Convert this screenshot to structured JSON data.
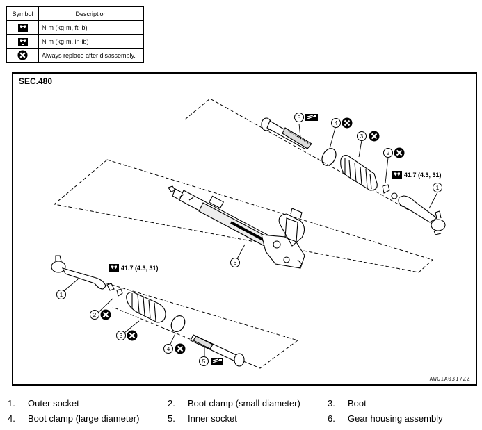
{
  "legend": {
    "header_symbol": "Symbol",
    "header_description": "Description",
    "rows": [
      {
        "icon": "torque-wrench-icon",
        "description": "N·m (kg-m, ft-lb)"
      },
      {
        "icon": "torque-wrench-small-icon",
        "description": "N·m (kg-m, in-lb)"
      },
      {
        "icon": "always-replace-icon",
        "description": "Always replace after disassembly."
      }
    ]
  },
  "diagram": {
    "section": "SEC.480",
    "code": "AWGIA0317ZZ",
    "torque_value": "41.7 (4.3, 31)",
    "callouts": [
      "1",
      "2",
      "3",
      "4",
      "5",
      "6"
    ]
  },
  "parts": [
    {
      "num": "1.",
      "name": "Outer socket"
    },
    {
      "num": "2.",
      "name": "Boot clamp (small diameter)"
    },
    {
      "num": "3.",
      "name": "Boot"
    },
    {
      "num": "4.",
      "name": "Boot clamp (large diameter)"
    },
    {
      "num": "5.",
      "name": "Inner socket"
    },
    {
      "num": "6.",
      "name": "Gear housing assembly"
    }
  ]
}
